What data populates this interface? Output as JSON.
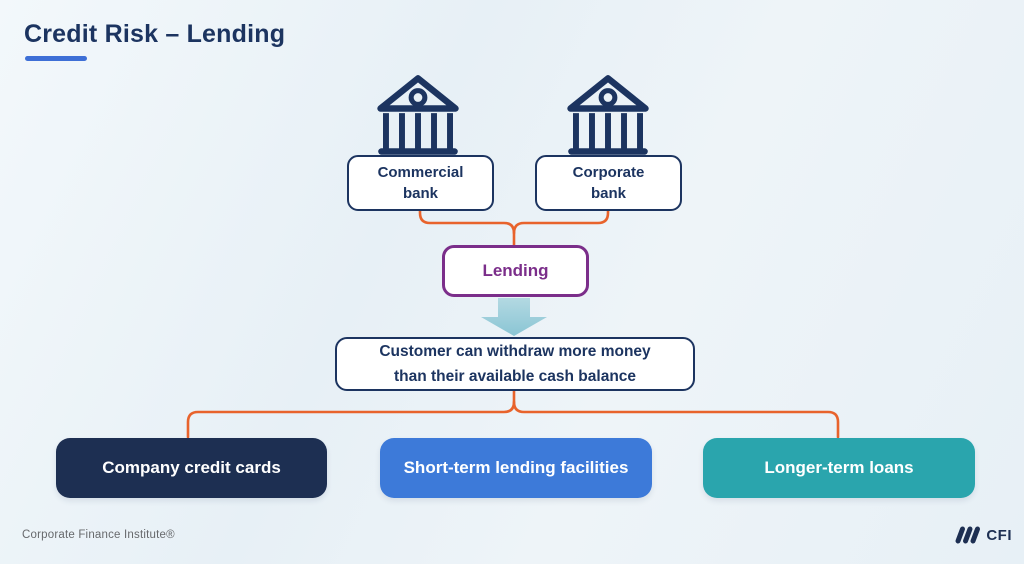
{
  "title": "Credit Risk – Lending",
  "colors": {
    "navy": "#1c3460",
    "navy-dark": "#1d2f52",
    "blue": "#3d7ad9",
    "teal": "#2aa5ad",
    "purple": "#7b2e8a",
    "orange": "#e8632c",
    "accent": "#3e6fd6",
    "arrow-light": "#b3d9e2",
    "arrow-deep": "#8ac5d4",
    "gray": "#67696c"
  },
  "banks": [
    {
      "line1": "Commercial",
      "line2": "bank"
    },
    {
      "line1": "Corporate",
      "line2": "bank"
    }
  ],
  "lending": {
    "label": "Lending"
  },
  "customer": {
    "line1": "Customer can withdraw more money",
    "line2": "than their available cash balance"
  },
  "outcomes": [
    {
      "label": "Company credit cards",
      "color": "#1d2f52"
    },
    {
      "label": "Short-term lending facilities",
      "color": "#3d7ad9"
    },
    {
      "label": "Longer-term loans",
      "color": "#2aa5ad"
    }
  ],
  "footer": {
    "credit": "Corporate Finance Institute®",
    "logo_text": "CFI"
  }
}
